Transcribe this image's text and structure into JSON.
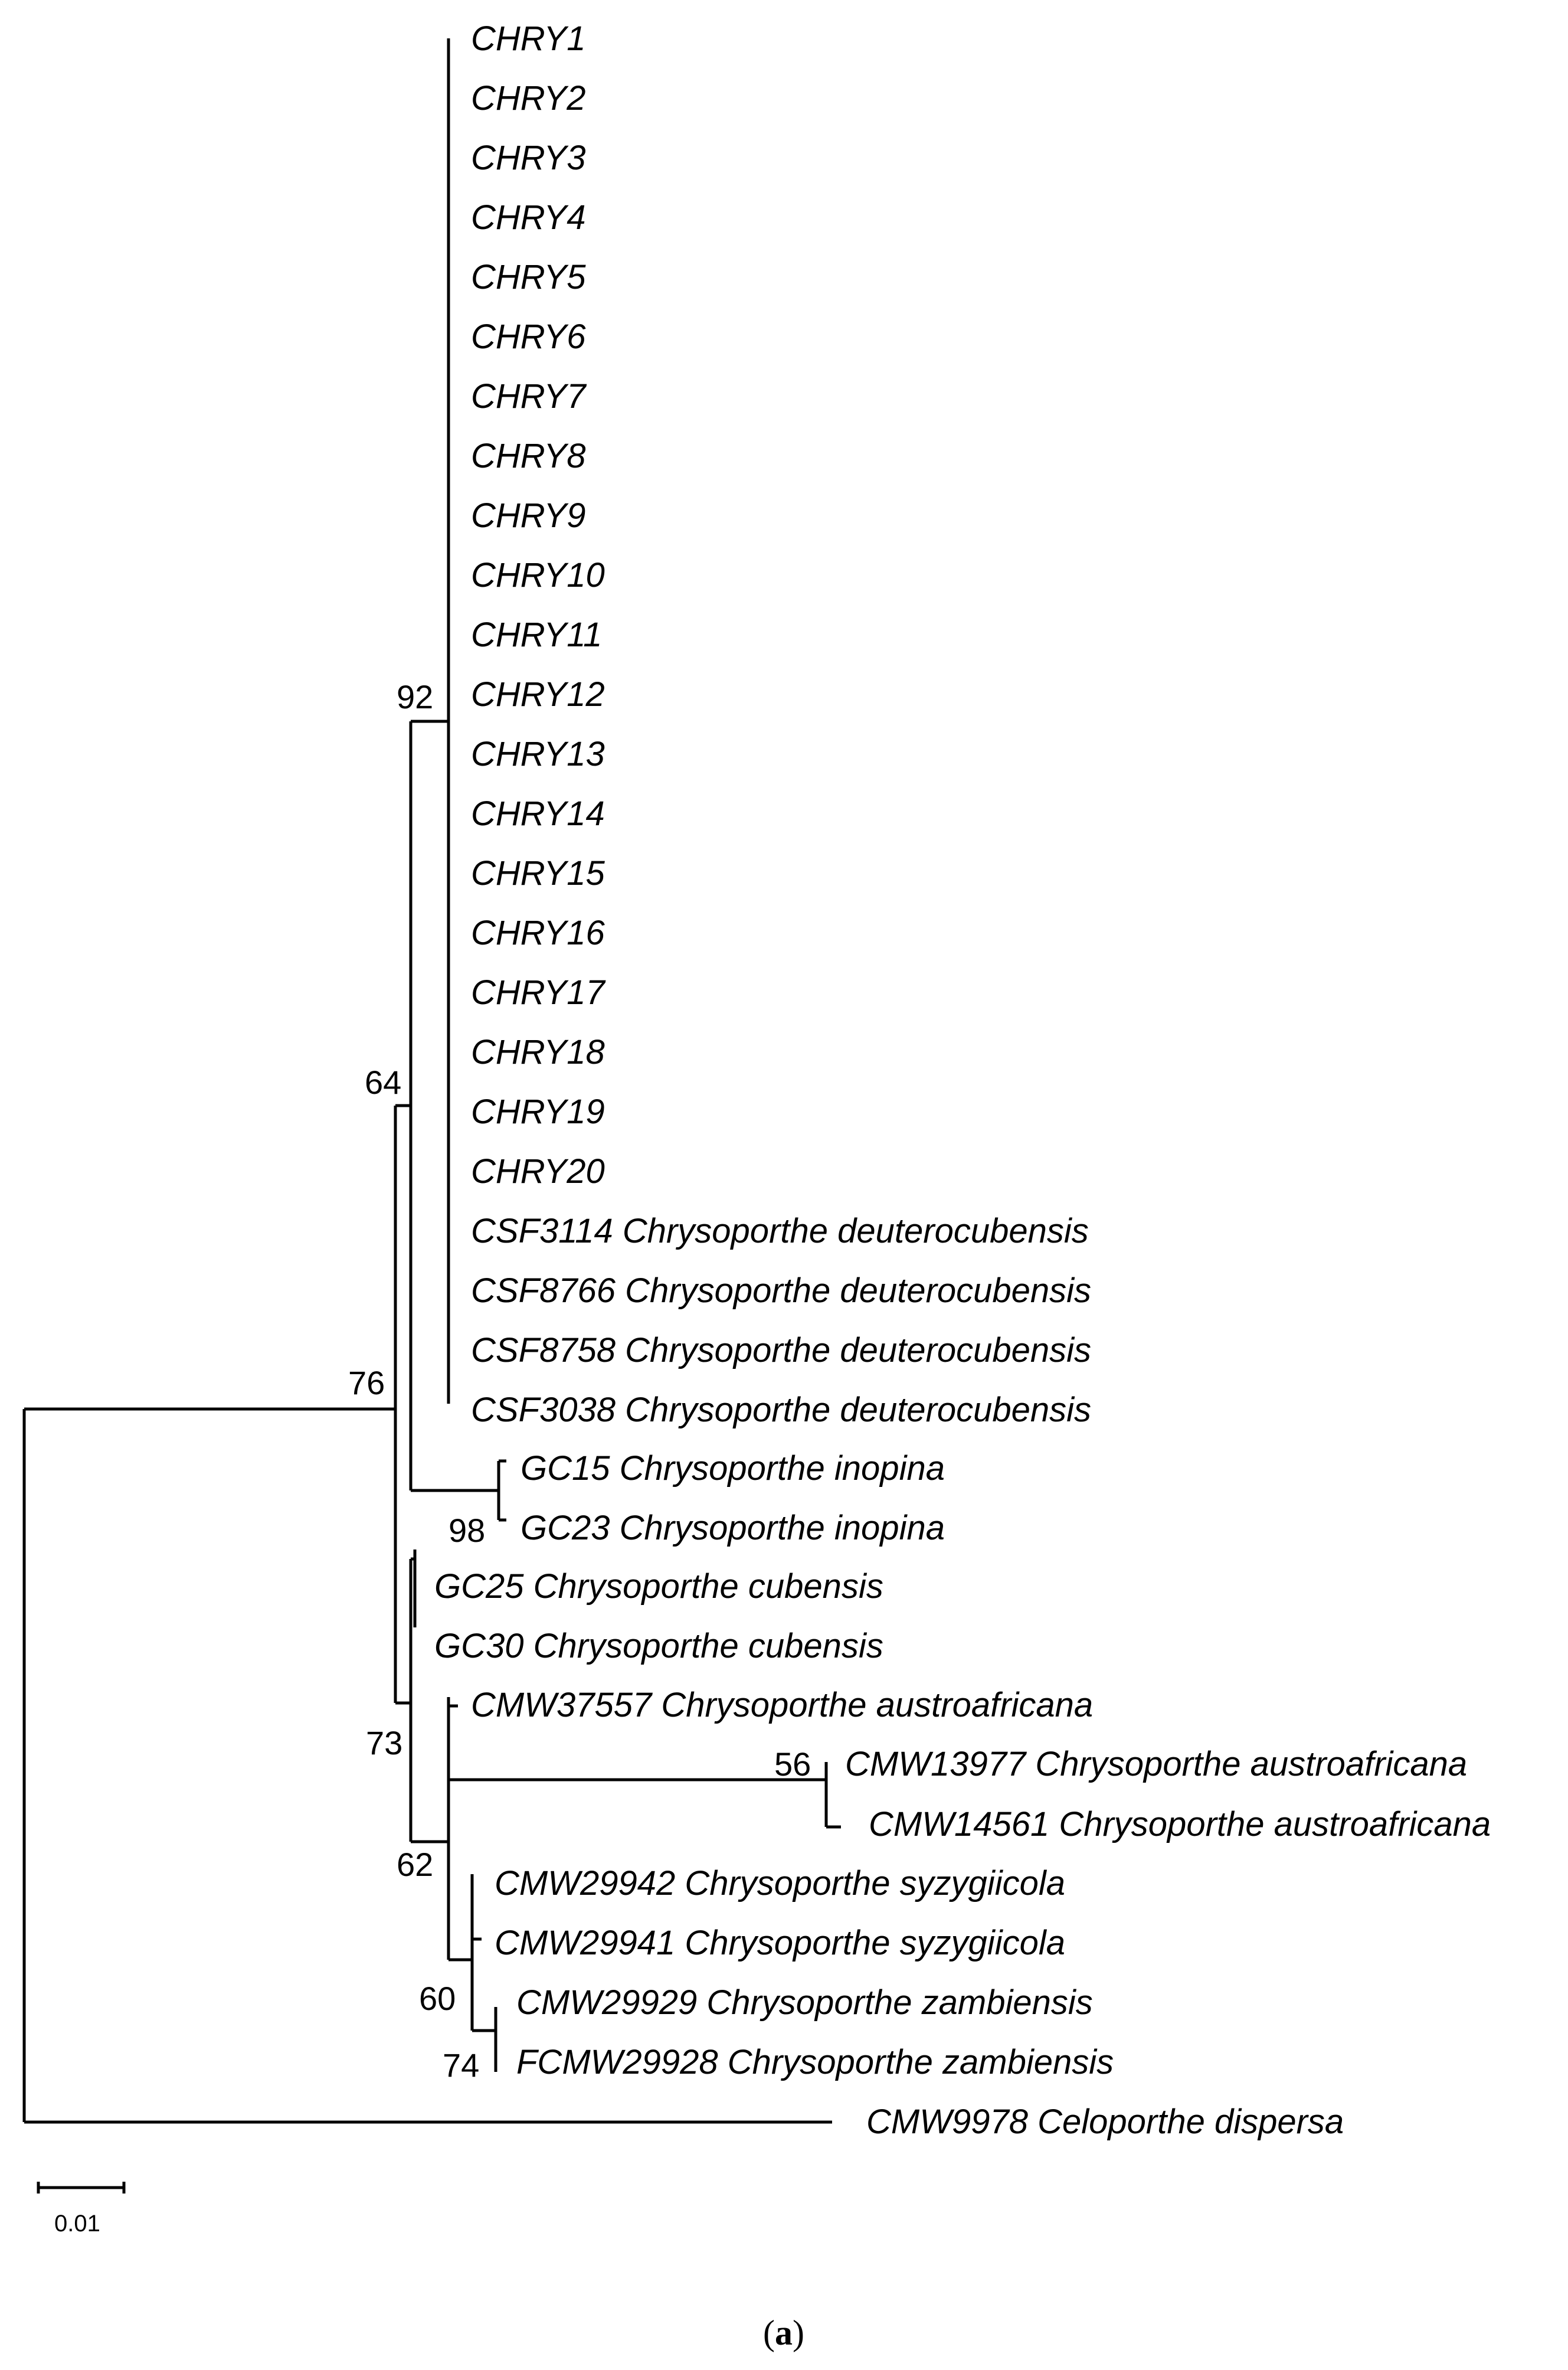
{
  "tree": {
    "taxa": [
      "CHRY1",
      "CHRY2",
      "CHRY3",
      "CHRY4",
      "CHRY5",
      "CHRY6",
      "CHRY7",
      "CHRY8",
      "CHRY9",
      "CHRY10",
      "CHRY11",
      "CHRY12",
      "CHRY13",
      "CHRY14",
      "CHRY15",
      "CHRY16",
      "CHRY17",
      "CHRY18",
      "CHRY19",
      "CHRY20",
      "CSF3114 Chrysoporthe deuterocubensis",
      "CSF8766 Chrysoporthe deuterocubensis",
      "CSF8758 Chrysoporthe deuterocubensis",
      "CSF3038 Chrysoporthe deuterocubensis",
      "GC15 Chrysoporthe inopina",
      "GC23 Chrysoporthe inopina",
      "GC25 Chrysoporthe cubensis",
      "GC30 Chrysoporthe cubensis",
      "CMW37557 Chrysoporthe austroafricana",
      "CMW13977 Chrysoporthe austroafricana",
      "CMW14561 Chrysoporthe austroafricana",
      "CMW29942 Chrysoporthe syzygiicola",
      "CMW29941 Chrysoporthe syzygiicola",
      "CMW29929 Chrysoporthe zambiensis",
      "FCMW29928 Chrysoporthe zambiensis",
      "CMW9978 Celoporthe dispersa"
    ],
    "support_values": [
      "92",
      "64",
      "76",
      "98",
      "73",
      "62",
      "56",
      "60",
      "74"
    ],
    "scale_bar_label": "0.01"
  },
  "caption": {
    "open": "(",
    "letter": "a",
    "close": ")"
  }
}
